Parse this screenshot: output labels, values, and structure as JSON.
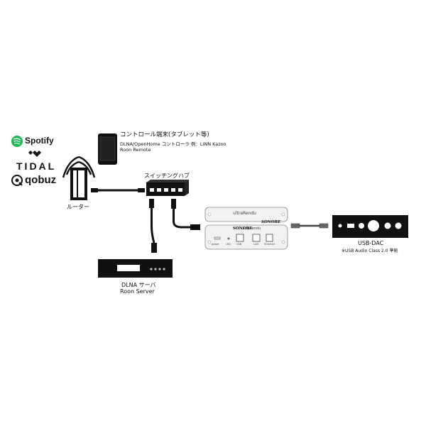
{
  "services": {
    "spotify": "Spotify",
    "tidal": "TIDAL",
    "qobuz": "qobuz"
  },
  "controller": {
    "title": "コントロール端末(タブレット等)",
    "line1": "DLNA/OpenHome コントローラ 例：LINN Kazoo",
    "line2": "Roon Remote"
  },
  "router": {
    "label": "ルーター"
  },
  "switch": {
    "label": "スイッチングハブ"
  },
  "server": {
    "line1": "DLNA サーバ",
    "line2": "Roon Server"
  },
  "renderer": {
    "top_label": "ultraRendu",
    "top_brand": "SONORE",
    "front_brand": "SONORE",
    "front_model": "ultraRendu",
    "port_labels": [
      "power",
      "LED",
      "USB",
      "LAN",
      "Ethernet"
    ]
  },
  "usbdac": {
    "title": "USB-DAC",
    "note": "※USB Audio Class 2.0 準拠"
  },
  "colors": {
    "device": "#111111",
    "cable": "#111111",
    "renderer_body": "#f2f2f2",
    "spotify_green": "#1db954"
  }
}
